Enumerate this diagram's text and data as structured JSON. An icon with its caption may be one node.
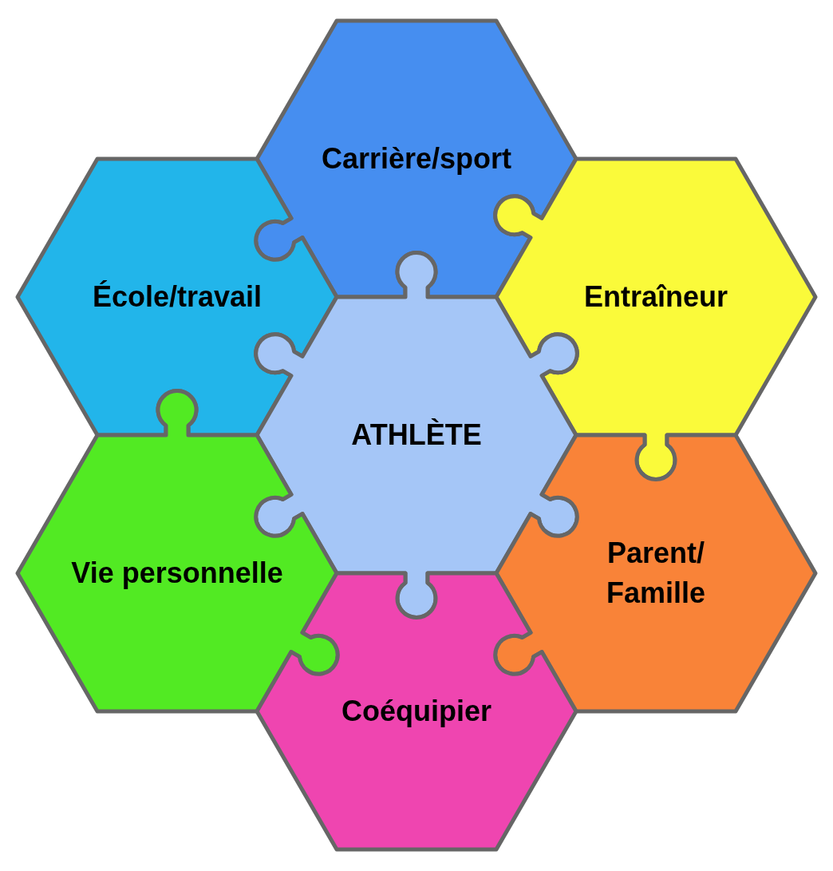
{
  "diagram": {
    "nodes": [
      {
        "text": [
          "Carrière/sport"
        ]
      },
      {
        "text": [
          "École/travail"
        ]
      },
      {
        "text": [
          "Entraîneur"
        ]
      },
      {
        "text": [
          "ATHLÈTE"
        ]
      },
      {
        "text": [
          "Vie personnelle"
        ]
      },
      {
        "text": [
          "Parent/ Famille"
        ]
      },
      {
        "text": [
          "Coéquipier"
        ]
      }
    ]
  }
}
